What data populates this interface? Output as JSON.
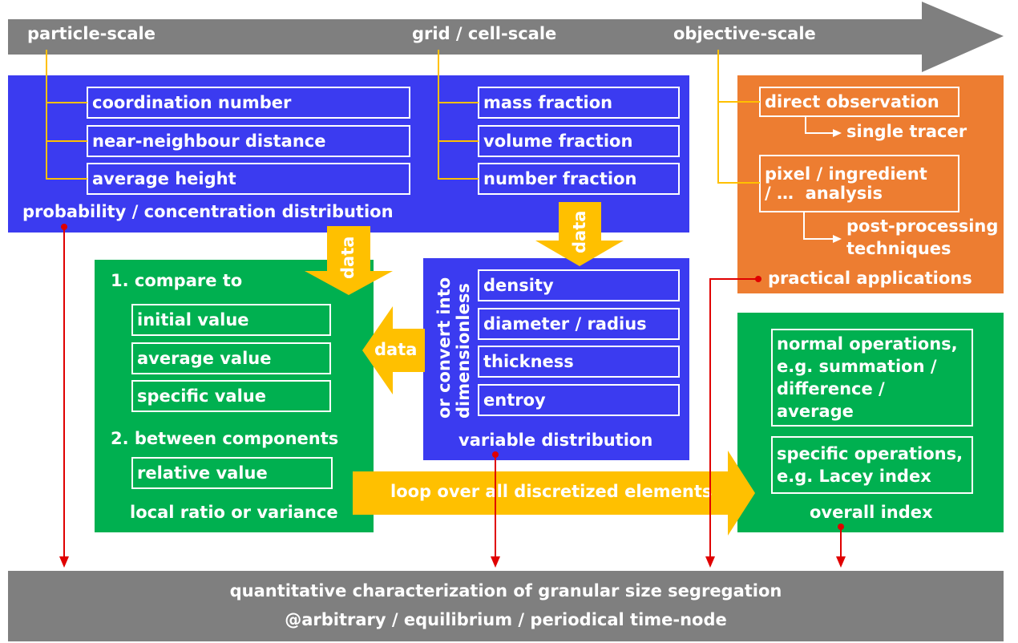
{
  "scale_bar": {
    "particle": "particle-scale",
    "grid": "grid / cell-scale",
    "objective": "objective-scale"
  },
  "particle_panel": {
    "items": [
      "coordination number",
      "near-neighbour distance",
      "average height"
    ],
    "footer": "probability / concentration distribution"
  },
  "grid_panel": {
    "items": [
      "mass fraction",
      "volume fraction",
      "number fraction"
    ]
  },
  "objective_panel": {
    "direct": "direct observation",
    "single_tracer": "single tracer",
    "pixel_line1": "pixel / ingredient",
    "pixel_line2": "/ …  analysis",
    "post_line1": "post-processing",
    "post_line2": "techniques",
    "footer": "practical applications"
  },
  "arrows": {
    "data_down_left": "data",
    "data_down_right": "data",
    "data_left": "data",
    "loop": "loop over all discretized elements"
  },
  "compare_panel": {
    "heading1": "1. compare to",
    "items": [
      "initial value",
      "average value",
      "specific value"
    ],
    "heading2": "2. between components",
    "relative": "relative value",
    "footer": "local ratio or variance"
  },
  "variable_panel": {
    "vertical_line1": "or convert into",
    "vertical_line2": "dimensionless",
    "items": [
      "density",
      "diameter / radius",
      "thickness",
      "entroy"
    ],
    "footer": "variable distribution"
  },
  "index_panel": {
    "normal": [
      "normal operations,",
      "e.g. summation /",
      "difference /",
      "average"
    ],
    "specific": [
      "specific operations,",
      "e.g. Lacey index"
    ],
    "footer": "overall index"
  },
  "bottom_bar": {
    "line1": "quantitative characterization of granular size segregation",
    "line2": "@arbitrary / equilibrium / periodical time-node"
  },
  "colors": {
    "blue": "#3b3bf0",
    "green": "#00b050",
    "orange": "#ed7d31",
    "gray": "#7f7f7f",
    "yellow": "#ffc000",
    "red": "#e00000"
  }
}
